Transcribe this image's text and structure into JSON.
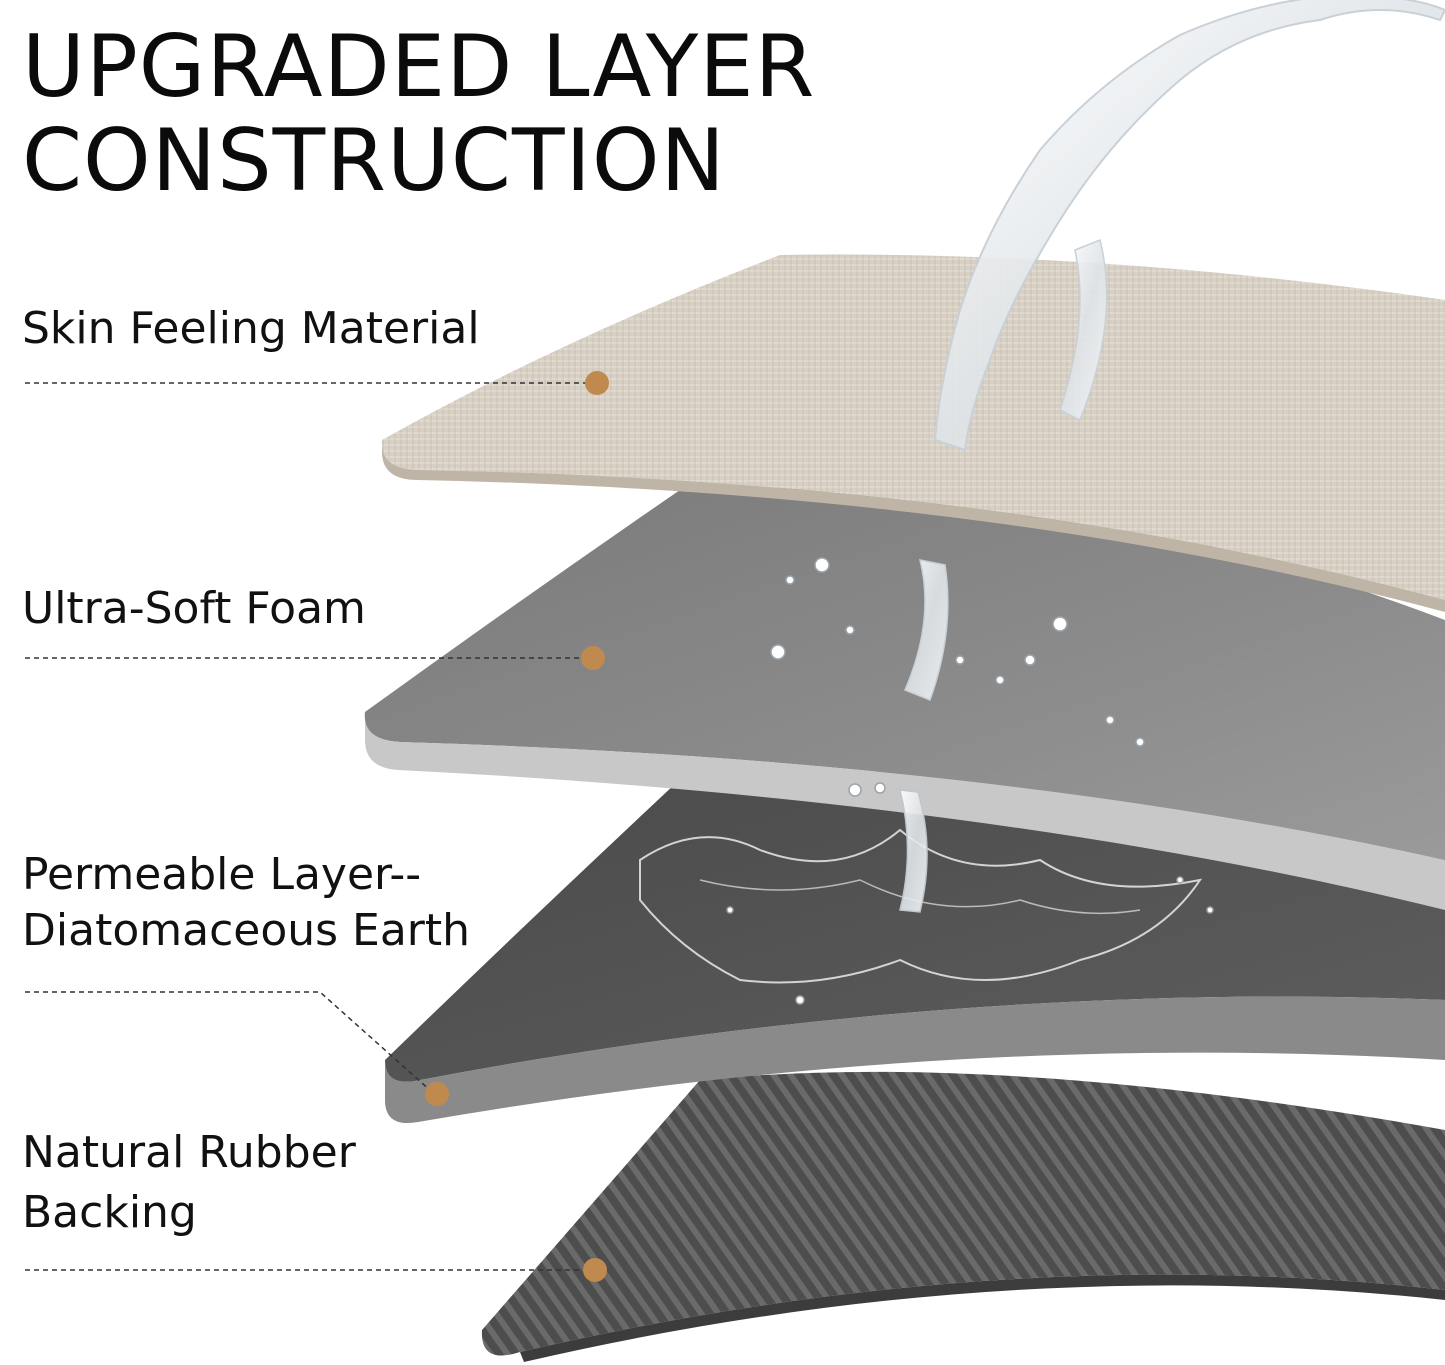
{
  "title": {
    "line1": "UPGRADED LAYER",
    "line2": "CONSTRUCTION"
  },
  "layers": [
    {
      "label_lines": [
        "Skin Feeling Material"
      ],
      "layer": "top",
      "swatch_color": "#ddd6cc"
    },
    {
      "label_lines": [
        "Ultra-Soft Foam"
      ],
      "layer": "second",
      "swatch_color": "#8e8e8e"
    },
    {
      "label_lines": [
        "Permeable Layer--",
        "Diatomaceous Earth"
      ],
      "layer": "third",
      "swatch_color": "#5a5a5a"
    },
    {
      "label_lines": [
        "Natural Rubber",
        "Backing"
      ],
      "layer": "bottom",
      "swatch_color": "#4e4e4e"
    }
  ],
  "colors": {
    "marker": "#c08a4e",
    "leader_line": "#333333",
    "background": "#ffffff"
  },
  "icons": [
    "water-splash-icon",
    "water-droplets-icon"
  ]
}
